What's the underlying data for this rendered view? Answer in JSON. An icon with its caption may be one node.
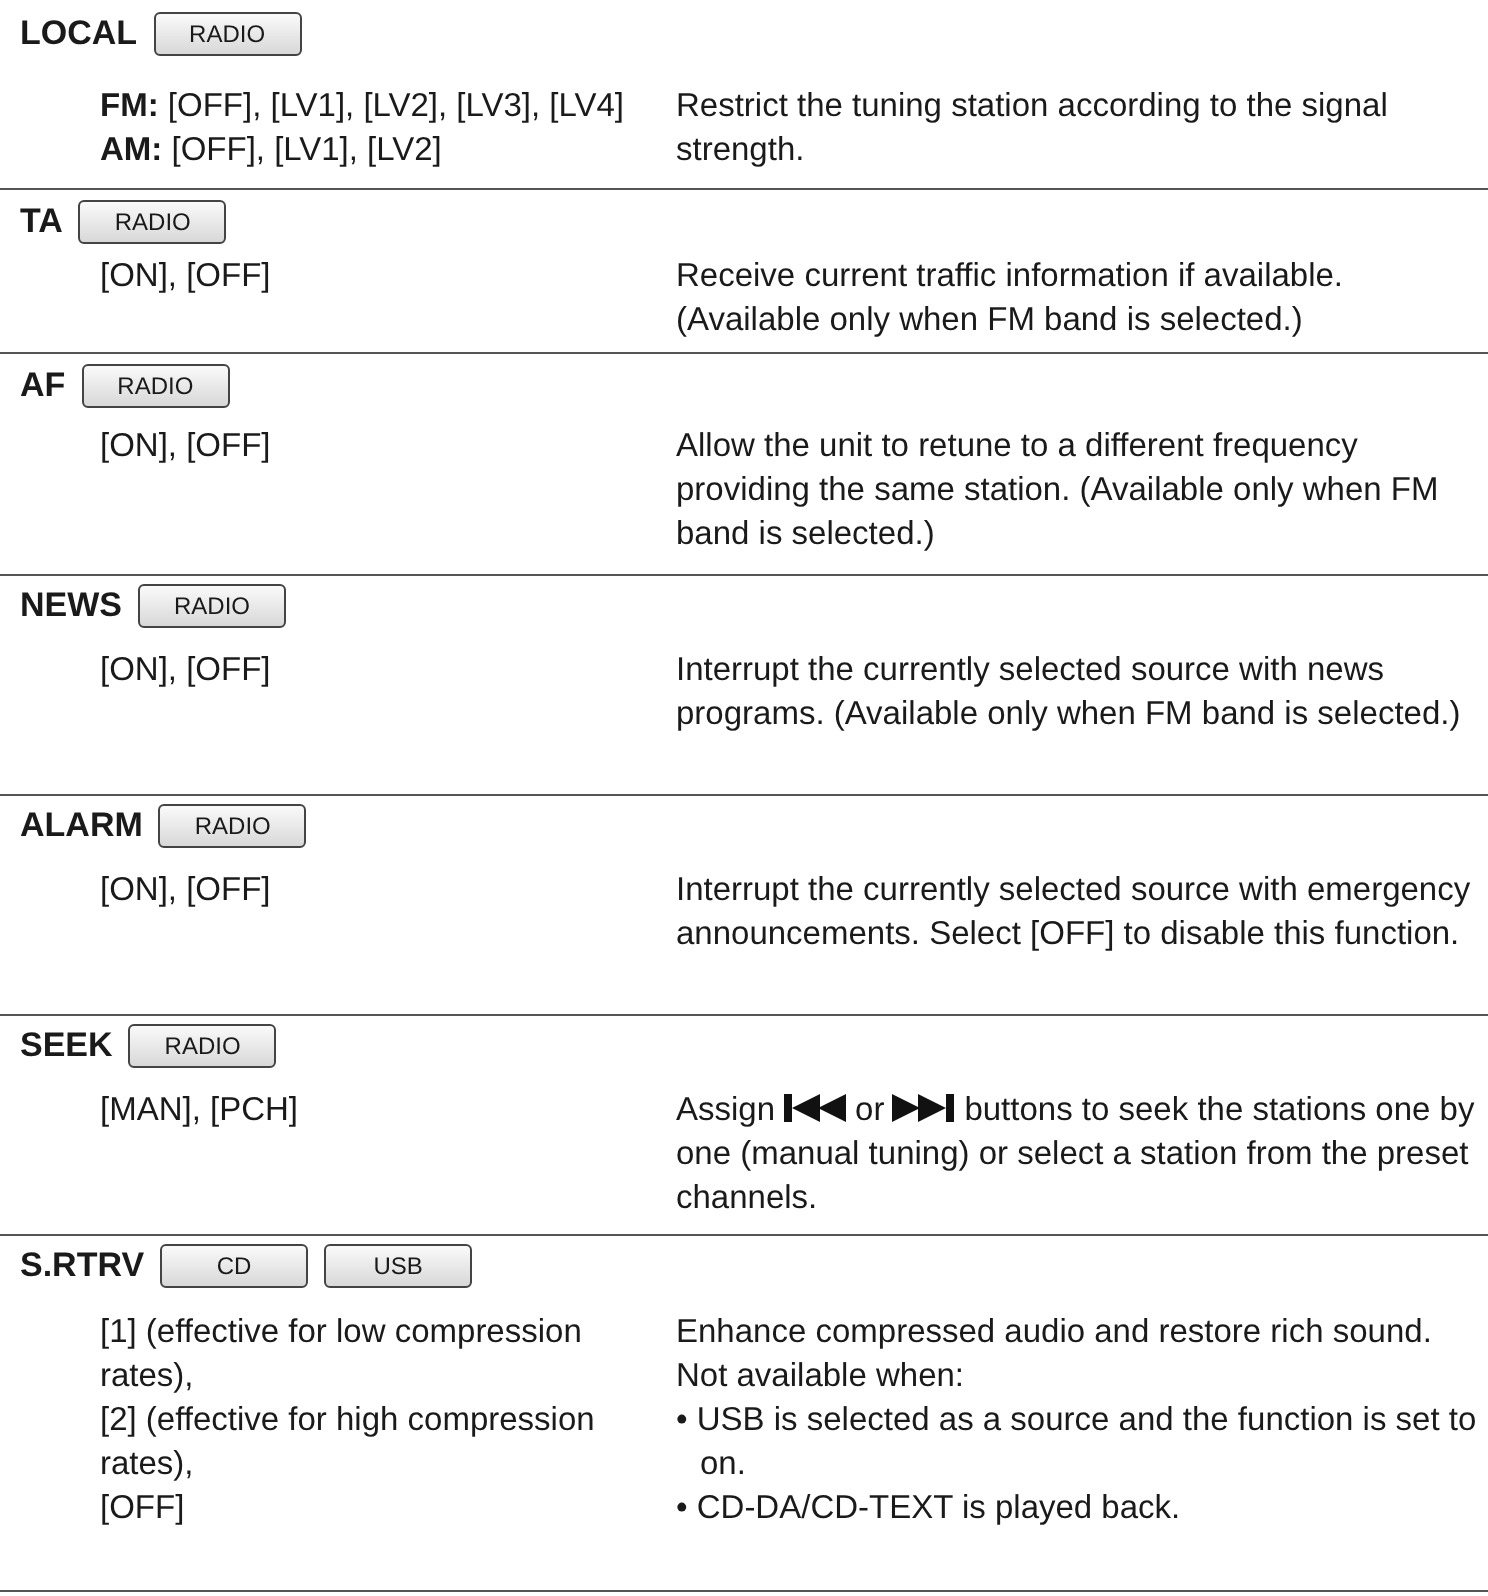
{
  "diagram": {
    "labels": [
      "LOCAL",
      "RADIO",
      "**FM:** [OFF], [LV1], [LV2], [LV3], [LV4]",
      "**AM:** [OFF], [LV1], [LV2]",
      "Restrict the tuning station according to the signal strength.",
      "TA",
      "RADIO",
      "[ON], [OFF]",
      "Receive current traffic information if available.",
      "(Available only when FM band is selected.)",
      "AF",
      "RADIO",
      "[ON], [OFF]",
      "Allow the unit to retune to a different frequency providing the same station. (Available only when FM band is selected.)",
      "NEWS",
      "RADIO",
      "[ON], [OFF]",
      "Interrupt the currently selected source with news programs. (Available only when FM band is selected.)",
      "ALARM",
      "RADIO",
      "[ON], [OFF]",
      "Interrupt the currently selected source with emergency announcements. Select [OFF] to disable this function.",
      "SEEK",
      "RADIO",
      "[MAN], [PCH]",
      "Assign",
      "or",
      "buttons to seek the stations one by one (manual tuning) or select a station from the preset channels.",
      "S.RTRV",
      "CD",
      "USB",
      "[1] (effective for low compression rates),",
      "[2] (effective for high compression rates),",
      "[OFF]",
      "Enhance compressed audio and restore rich sound.",
      "Not available when:",
      "• USB is selected as a source and the function is set to on.",
      "• CD-DA/CD-TEXT is played back."
    ]
  }
}
